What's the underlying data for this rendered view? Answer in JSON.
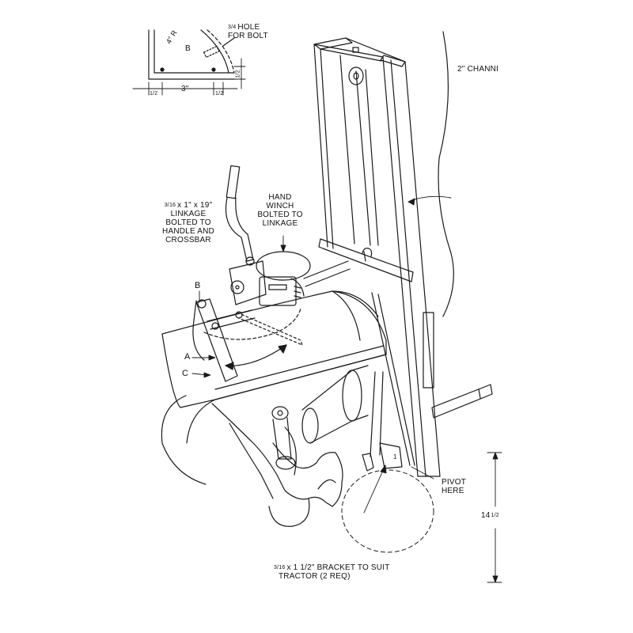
{
  "detail_inset": {
    "hole_label_lines": [
      "HOLE",
      "FOR BOLT"
    ],
    "hole_fraction": "3/4",
    "radius_label": "4\" R",
    "part_letter": "B",
    "dim_left": "1/2",
    "dim_middle": "3\"",
    "dim_right": "1/2",
    "dim_vertical": "1/2"
  },
  "labels": {
    "channel": "2\" CHANNI",
    "linkage_prefix": "x 1\" x 19\"",
    "linkage_fraction": "3/16",
    "linkage_lines": [
      "LINKAGE",
      "BOLTED TO",
      "HANDLE AND",
      "CROSSBAR"
    ],
    "winch_lines": [
      "HAND",
      "WINCH",
      "BOLTED TO",
      "LINKAGE"
    ],
    "letter_b": "B",
    "letter_a": "A",
    "letter_c": "C",
    "pivot_lines": [
      "PIVOT",
      "HERE"
    ],
    "height_whole": "14",
    "height_fraction": "1/2",
    "bracket_fraction": "3/16",
    "bracket_line1": "x 1 1/2\" BRACKET TO SUIT",
    "bracket_line2": "TRACTOR (2 REQ)"
  },
  "colors": {
    "line": "#1a1a1a",
    "background": "#ffffff"
  }
}
